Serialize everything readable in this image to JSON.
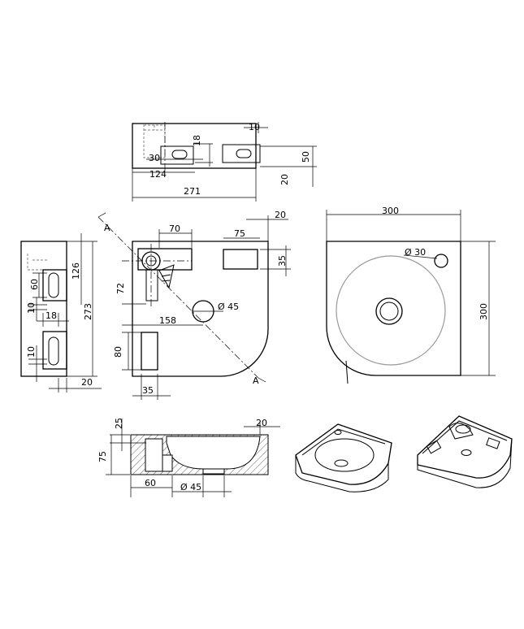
{
  "views": {
    "top_view": {
      "dim_10": "10",
      "dim_18": "18",
      "dim_30": "30",
      "dim_50": "50",
      "dim_20": "20",
      "dim_124": "124",
      "dim_271": "271"
    },
    "plan_view": {
      "section_a_top": "A",
      "section_a_bottom": "A",
      "dim_70": "70",
      "dim_75": "75",
      "dim_20": "20",
      "dim_35": "35",
      "dim_72": "72",
      "dim_158": "158",
      "dim_dia45": "Ø 45",
      "dim_80": "80",
      "dim_35b": "35"
    },
    "side_view": {
      "dim_126": "126",
      "dim_60": "60",
      "dim_10a": "10",
      "dim_18": "18",
      "dim_273": "273",
      "dim_10b": "10",
      "dim_20": "20"
    },
    "top_right_view": {
      "dim_300_w": "300",
      "dim_dia30": "Ø 30",
      "dim_300_h": "300"
    },
    "section_view": {
      "dim_25": "25",
      "dim_75": "75",
      "dim_20": "20",
      "dim_60": "60",
      "dim_dia45": "Ø 45"
    }
  }
}
